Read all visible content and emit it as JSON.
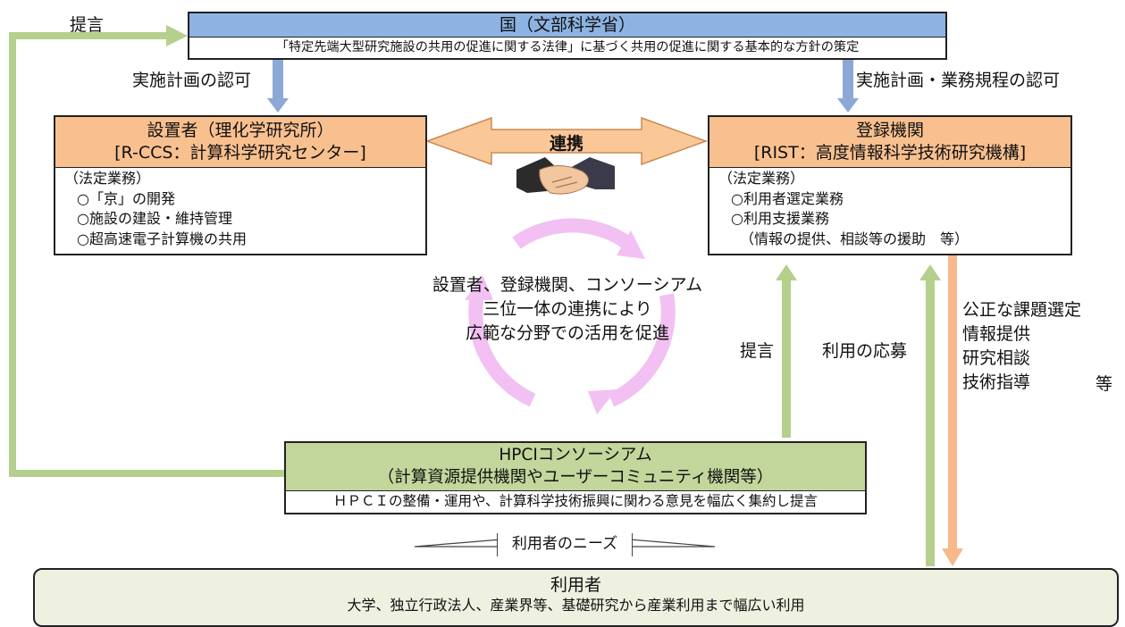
{
  "top": {
    "title": "国（文部科学省）",
    "subtitle": "「特定先端大型研究施設の共用の促進に関する法律」に基づく共用の促進に関する基本的な方針の策定"
  },
  "labels": {
    "teigen_top": "提言",
    "approval_left": "実施計画の認可",
    "approval_right": "実施計画・業務規程の認可",
    "renkei": "連携",
    "teigen_mid": "提言",
    "application": "利用の応募",
    "needs": "利用者のニーズ"
  },
  "left_box": {
    "title_line1": "設置者（理化学研究所）",
    "title_line2": "[R-CCS：計算科学研究センター]",
    "items": [
      "（法定業務）",
      "○「京」の開発",
      "○施設の建設・維持管理",
      "○超高速電子計算機の共用"
    ]
  },
  "right_box": {
    "title_line1": "登録機関",
    "title_line2": "[RIST：高度情報科学技術研究機構]",
    "items": [
      "（法定業務）",
      "○利用者選定業務",
      "○利用支援業務",
      "（情報の提供、相談等の援助　等）"
    ]
  },
  "center_text": [
    "設置者、登録機関、コンソーシアム",
    "三位一体の連携により",
    "広範な分野での活用を促進"
  ],
  "right_side": [
    "公正な課題選定",
    "情報提供",
    "研究相談",
    "技術指導"
  ],
  "right_side_etc": "等",
  "hpci": {
    "title_line1": "HPCIコンソーシアム",
    "title_line2": "（計算資源提供機関やユーザーコミュニティ機関等）",
    "body": "ＨＰＣＩの整備・運用や、計算科学技術振興に関わる意見を幅広く集約し提言"
  },
  "users": {
    "title": "利用者",
    "body": "大学、独立行政法人、産業界等、基礎研究から産業利用まで幅広い利用"
  },
  "colors": {
    "blue_header": "#8db3e2",
    "orange_header": "#f9c08f",
    "green_header": "#c3d69b",
    "user_bg": "#eef1e0",
    "green_arrow": "#b5cf8c",
    "blue_arrow": "#8ca9d6",
    "orange_arrow": "#f8b98a",
    "renkei_arrow": "#fac796",
    "cycle": "#f2c0f2"
  }
}
